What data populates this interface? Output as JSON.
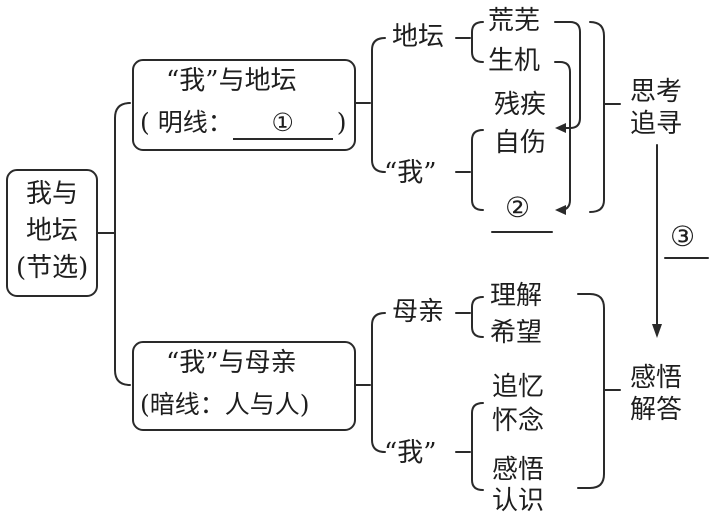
{
  "root": {
    "lines": [
      "我与",
      "地坛",
      "(节选)"
    ]
  },
  "branch_top": {
    "title": "“我”与地坛",
    "subtitle_prefix": "( 明线：",
    "blank_label": "①",
    "subtitle_suffix": ")",
    "nodes": [
      {
        "label": "地坛",
        "items": [
          "荒芜",
          "生机"
        ]
      },
      {
        "label": "“我”",
        "items": [
          "残疾",
          "自伤",
          "②"
        ]
      }
    ],
    "result": [
      "思考",
      "追寻"
    ]
  },
  "branch_bottom": {
    "title": "“我”与母亲",
    "subtitle": "(暗线：人与人)",
    "nodes": [
      {
        "label": "母亲",
        "items": [
          "理解",
          "希望"
        ]
      },
      {
        "label": "“我”",
        "items": [
          "追忆",
          "怀念",
          "感悟",
          "认识"
        ]
      }
    ],
    "result": [
      "感悟",
      "解答"
    ]
  },
  "connector": {
    "blank_label": "③"
  }
}
